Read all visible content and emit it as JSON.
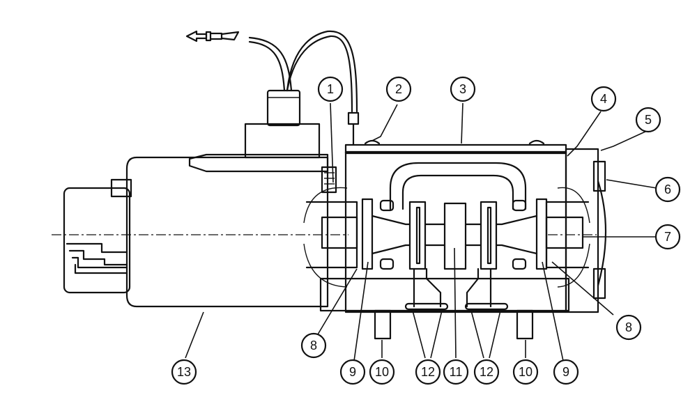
{
  "colors": {
    "ink": "#111111",
    "paper": "#ffffff"
  },
  "callouts": [
    {
      "key": "c1",
      "label": "1"
    },
    {
      "key": "c2",
      "label": "2"
    },
    {
      "key": "c3",
      "label": "3"
    },
    {
      "key": "c4",
      "label": "4"
    },
    {
      "key": "c5",
      "label": "5"
    },
    {
      "key": "c6",
      "label": "6"
    },
    {
      "key": "c7",
      "label": "7"
    },
    {
      "key": "c8a",
      "label": "8"
    },
    {
      "key": "c8b",
      "label": "8"
    },
    {
      "key": "c9a",
      "label": "9"
    },
    {
      "key": "c9b",
      "label": "9"
    },
    {
      "key": "c10a",
      "label": "10"
    },
    {
      "key": "c10b",
      "label": "10"
    },
    {
      "key": "c11",
      "label": "11"
    },
    {
      "key": "c12a",
      "label": "12"
    },
    {
      "key": "c12b",
      "label": "12"
    },
    {
      "key": "c13",
      "label": "13"
    }
  ],
  "icons": {
    "connector_plug": "connector-plug-icon"
  }
}
